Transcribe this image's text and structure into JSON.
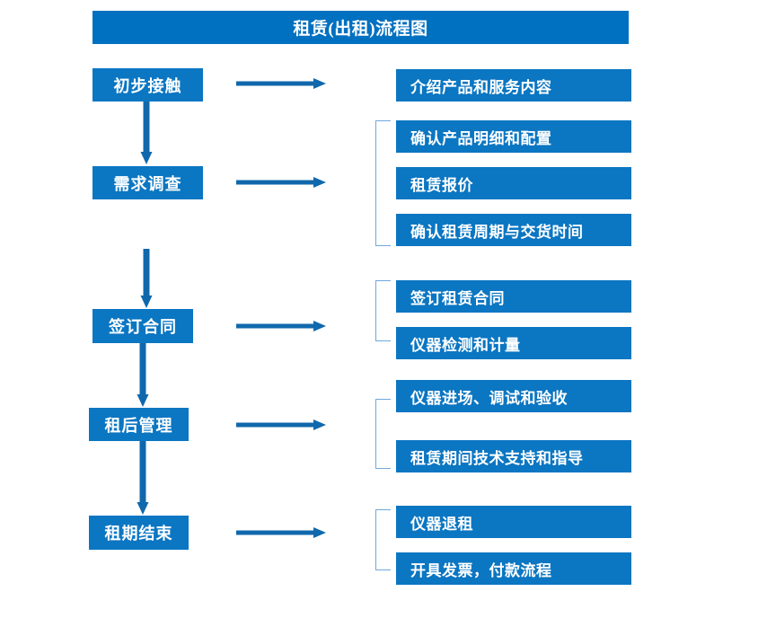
{
  "diagram": {
    "title": "租赁(出租)流程图",
    "colors": {
      "title_bar": "#0070c0",
      "box": "#0b76c2",
      "arrow": "#1068ac",
      "bracket": "#6fa8dc",
      "text": "#ffffff",
      "background": "#ffffff"
    },
    "stages": [
      {
        "label": "初步接触"
      },
      {
        "label": "需求调查"
      },
      {
        "label": "签订合同"
      },
      {
        "label": "租后管理"
      },
      {
        "label": "租期结束"
      }
    ],
    "tasks": [
      {
        "label": "介绍产品和服务内容"
      },
      {
        "label": "确认产品明细和配置"
      },
      {
        "label": "租赁报价"
      },
      {
        "label": "确认租赁周期与交货时间"
      },
      {
        "label": "签订租赁合同"
      },
      {
        "label": "仪器检测和计量"
      },
      {
        "label": "仪器进场、调试和验收"
      },
      {
        "label": "租赁期间技术支持和指导"
      },
      {
        "label": "仪器退租"
      },
      {
        "label": "开具发票，付款流程"
      }
    ],
    "groups": [
      {
        "stage": "初步接触",
        "tasks": [
          "介绍产品和服务内容"
        ],
        "bracketed": false
      },
      {
        "stage": "需求调查",
        "tasks": [
          "确认产品明细和配置",
          "租赁报价",
          "确认租赁周期与交货时间"
        ],
        "bracketed": true
      },
      {
        "stage": "签订合同",
        "tasks": [
          "签订租赁合同",
          "仪器检测和计量"
        ],
        "bracketed": true
      },
      {
        "stage": "租后管理",
        "tasks": [
          "仪器进场、调试和验收",
          "租赁期间技术支持和指导"
        ],
        "bracketed": true
      },
      {
        "stage": "租期结束",
        "tasks": [
          "仪器退租",
          "开具发票，付款流程"
        ],
        "bracketed": true
      }
    ],
    "flow_order": [
      "初步接触",
      "需求调查",
      "签订合同",
      "租后管理",
      "租期结束"
    ]
  }
}
